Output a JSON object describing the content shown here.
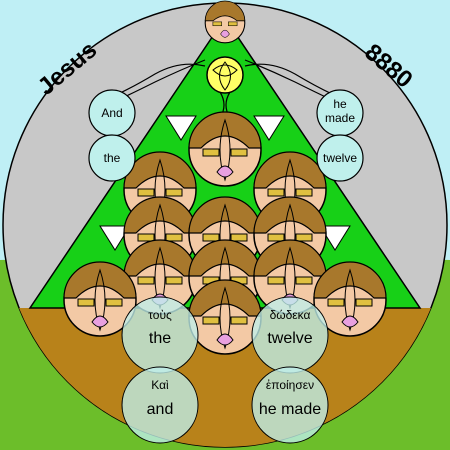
{
  "corner_labels": {
    "left": "Jesus",
    "right": "8880"
  },
  "small_circles": {
    "left_top": "And",
    "left_bottom": "the",
    "right_top_line1": "he",
    "right_top_line2": "made",
    "right_bottom": "twelve"
  },
  "big_circles": [
    {
      "greek": "τοὺς",
      "english": "the"
    },
    {
      "greek": "δώδεκα",
      "english": "twelve"
    },
    {
      "greek": "Καὶ",
      "english": "and"
    },
    {
      "greek": "ἐποίησεν",
      "english": "he made"
    }
  ],
  "colors": {
    "sky": "#bfeff5",
    "grass": "#6cbe2a",
    "disc": "#c8c8c8",
    "triangle_green": "#17d017",
    "ground": "#b8821a",
    "face": "#f3c9a5",
    "hair": "#a8782c",
    "eye": "#e0c040",
    "overlay": "#bff0ec"
  }
}
